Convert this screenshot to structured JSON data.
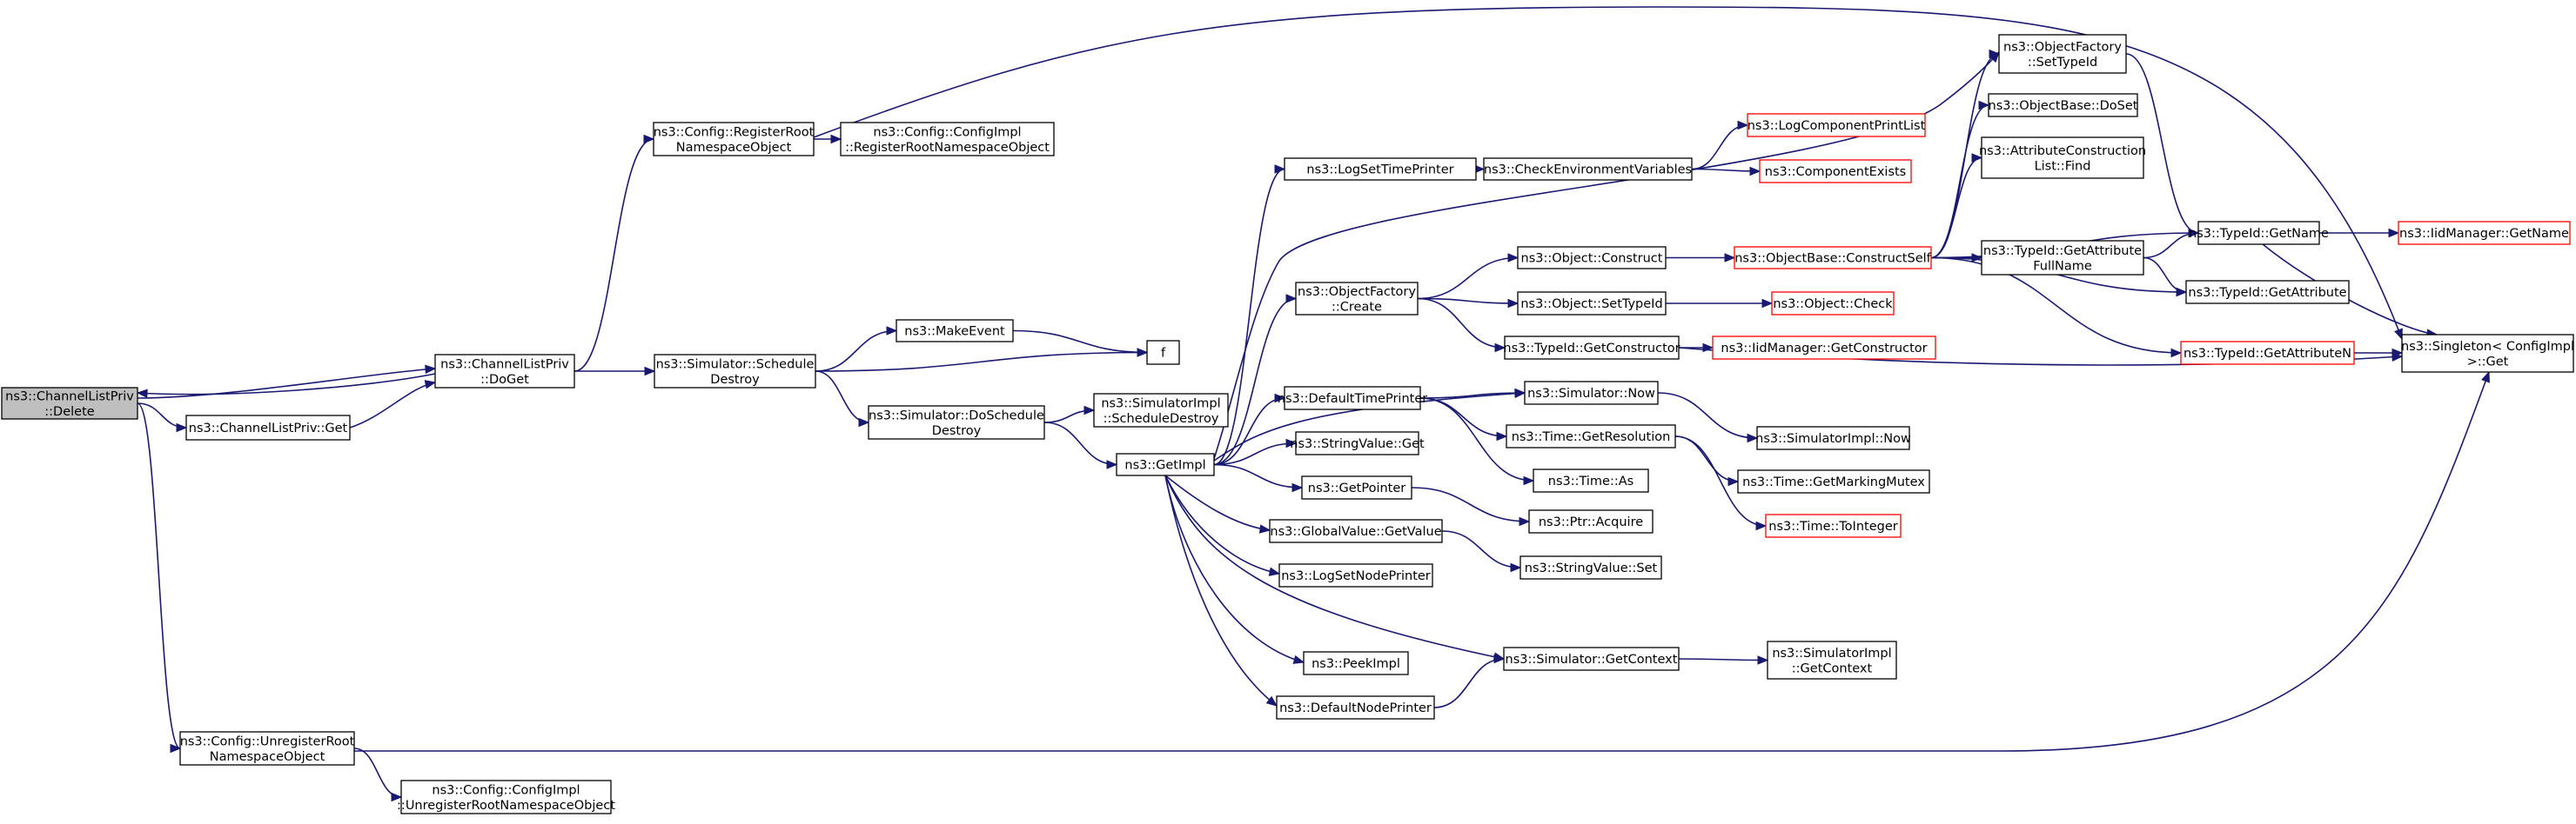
{
  "nodes": [
    {
      "id": "delete",
      "lines": [
        "ns3::ChannelListPriv",
        "::Delete"
      ],
      "style": "root"
    },
    {
      "id": "doget",
      "lines": [
        "ns3::ChannelListPriv",
        "::DoGet"
      ]
    },
    {
      "id": "clpget",
      "lines": [
        "ns3::ChannelListPriv::Get"
      ]
    },
    {
      "id": "unreg",
      "lines": [
        "ns3::Config::UnregisterRoot",
        "NamespaceObject"
      ]
    },
    {
      "id": "unregimpl",
      "lines": [
        "ns3::Config::ConfigImpl",
        "::UnregisterRootNamespaceObject"
      ]
    },
    {
      "id": "reg",
      "lines": [
        "ns3::Config::RegisterRoot",
        "NamespaceObject"
      ]
    },
    {
      "id": "regimpl",
      "lines": [
        "ns3::Config::ConfigImpl",
        "::RegisterRootNamespaceObject"
      ]
    },
    {
      "id": "schedd",
      "lines": [
        "ns3::Simulator::Schedule",
        "Destroy"
      ]
    },
    {
      "id": "makeevent",
      "lines": [
        "ns3::MakeEvent"
      ]
    },
    {
      "id": "f",
      "lines": [
        "f"
      ]
    },
    {
      "id": "doschedd",
      "lines": [
        "ns3::Simulator::DoSchedule",
        "Destroy"
      ]
    },
    {
      "id": "simimplsd",
      "lines": [
        "ns3::SimulatorImpl",
        "::ScheduleDestroy"
      ]
    },
    {
      "id": "getimpl",
      "lines": [
        "ns3::GetImpl"
      ]
    },
    {
      "id": "logsettp",
      "lines": [
        "ns3::LogSetTimePrinter"
      ]
    },
    {
      "id": "checkenv",
      "lines": [
        "ns3::CheckEnvironmentVariables"
      ]
    },
    {
      "id": "logcpl",
      "lines": [
        "ns3::LogComponentPrintList"
      ],
      "style": "red"
    },
    {
      "id": "compexists",
      "lines": [
        "ns3::ComponentExists"
      ],
      "style": "red"
    },
    {
      "id": "objfcreate",
      "lines": [
        "ns3::ObjectFactory",
        "::Create"
      ]
    },
    {
      "id": "objconstruct",
      "lines": [
        "ns3::Object::Construct"
      ]
    },
    {
      "id": "objsettid",
      "lines": [
        "ns3::Object::SetTypeId"
      ]
    },
    {
      "id": "tidgetctor",
      "lines": [
        "ns3::TypeId::GetConstructor"
      ]
    },
    {
      "id": "objbasecs",
      "lines": [
        "ns3::ObjectBase::ConstructSelf"
      ],
      "style": "red"
    },
    {
      "id": "objcheck",
      "lines": [
        "ns3::Object::Check"
      ],
      "style": "red"
    },
    {
      "id": "iidgetctor",
      "lines": [
        "ns3::IidManager::GetConstructor"
      ],
      "style": "red"
    },
    {
      "id": "objfsettid",
      "lines": [
        "ns3::ObjectFactory",
        "::SetTypeId"
      ]
    },
    {
      "id": "objbasedoset",
      "lines": [
        "ns3::ObjectBase::DoSet"
      ]
    },
    {
      "id": "attrclfind",
      "lines": [
        "ns3::AttributeConstruction",
        "List::Find"
      ]
    },
    {
      "id": "tidgafn",
      "lines": [
        "ns3::TypeId::GetAttribute",
        "FullName"
      ]
    },
    {
      "id": "tidgetname",
      "lines": [
        "ns3::TypeId::GetName"
      ]
    },
    {
      "id": "tidgetattr",
      "lines": [
        "ns3::TypeId::GetAttribute"
      ]
    },
    {
      "id": "tidgetattrn",
      "lines": [
        "ns3::TypeId::GetAttributeN"
      ],
      "style": "red"
    },
    {
      "id": "iidgetname",
      "lines": [
        "ns3::IidManager::GetName"
      ],
      "style": "red"
    },
    {
      "id": "singleton",
      "lines": [
        "ns3::Singleton< ConfigImpl",
        ">::Get"
      ]
    },
    {
      "id": "deftp",
      "lines": [
        "ns3::DefaultTimePrinter"
      ]
    },
    {
      "id": "simnow",
      "lines": [
        "ns3::Simulator::Now"
      ]
    },
    {
      "id": "simimplnow",
      "lines": [
        "ns3::SimulatorImpl::Now"
      ]
    },
    {
      "id": "timegetres",
      "lines": [
        "ns3::Time::GetResolution"
      ]
    },
    {
      "id": "timeas",
      "lines": [
        "ns3::Time::As"
      ]
    },
    {
      "id": "timegmm",
      "lines": [
        "ns3::Time::GetMarkingMutex"
      ]
    },
    {
      "id": "timetoint",
      "lines": [
        "ns3::Time::ToInteger"
      ],
      "style": "red"
    },
    {
      "id": "strvalget",
      "lines": [
        "ns3::StringValue::Get"
      ]
    },
    {
      "id": "getptr",
      "lines": [
        "ns3::GetPointer"
      ]
    },
    {
      "id": "ptracq",
      "lines": [
        "ns3::Ptr::Acquire"
      ]
    },
    {
      "id": "gvgetval",
      "lines": [
        "ns3::GlobalValue::GetValue"
      ]
    },
    {
      "id": "strvalset",
      "lines": [
        "ns3::StringValue::Set"
      ]
    },
    {
      "id": "logsetnp",
      "lines": [
        "ns3::LogSetNodePrinter"
      ]
    },
    {
      "id": "peekimpl",
      "lines": [
        "ns3::PeekImpl"
      ]
    },
    {
      "id": "simgetctx",
      "lines": [
        "ns3::Simulator::GetContext"
      ]
    },
    {
      "id": "simimplgetctx",
      "lines": [
        "ns3::SimulatorImpl",
        "::GetContext"
      ]
    },
    {
      "id": "defnp",
      "lines": [
        "ns3::DefaultNodePrinter"
      ]
    }
  ],
  "edges": [
    [
      "delete",
      "doget"
    ],
    [
      "delete",
      "clpget"
    ],
    [
      "delete",
      "unreg"
    ],
    [
      "doget",
      "delete"
    ],
    [
      "clpget",
      "doget"
    ],
    [
      "doget",
      "reg"
    ],
    [
      "doget",
      "schedd"
    ],
    [
      "reg",
      "regimpl"
    ],
    [
      "reg",
      "singleton"
    ],
    [
      "unreg",
      "unregimpl"
    ],
    [
      "unreg",
      "singleton"
    ],
    [
      "schedd",
      "makeevent"
    ],
    [
      "schedd",
      "f"
    ],
    [
      "schedd",
      "doschedd"
    ],
    [
      "makeevent",
      "f"
    ],
    [
      "doschedd",
      "simimplsd"
    ],
    [
      "doschedd",
      "getimpl"
    ],
    [
      "getimpl",
      "logsettp"
    ],
    [
      "getimpl",
      "objfsettid"
    ],
    [
      "getimpl",
      "objfcreate"
    ],
    [
      "getimpl",
      "deftp"
    ],
    [
      "getimpl",
      "strvalget"
    ],
    [
      "getimpl",
      "getptr"
    ],
    [
      "getimpl",
      "gvgetval"
    ],
    [
      "getimpl",
      "logsetnp"
    ],
    [
      "getimpl",
      "peekimpl"
    ],
    [
      "getimpl",
      "defnp"
    ],
    [
      "getimpl",
      "simgetctx"
    ],
    [
      "getimpl",
      "simnow"
    ],
    [
      "logsettp",
      "checkenv"
    ],
    [
      "checkenv",
      "logcpl"
    ],
    [
      "checkenv",
      "compexists"
    ],
    [
      "objfcreate",
      "objconstruct"
    ],
    [
      "objfcreate",
      "objsettid"
    ],
    [
      "objfcreate",
      "tidgetctor"
    ],
    [
      "objconstruct",
      "objbasecs"
    ],
    [
      "objsettid",
      "objcheck"
    ],
    [
      "tidgetctor",
      "iidgetctor"
    ],
    [
      "tidgetctor",
      "singleton"
    ],
    [
      "objbasecs",
      "objfsettid"
    ],
    [
      "objbasecs",
      "objbasedoset"
    ],
    [
      "objbasecs",
      "attrclfind"
    ],
    [
      "objbasecs",
      "tidgafn"
    ],
    [
      "objbasecs",
      "tidgetname"
    ],
    [
      "objbasecs",
      "tidgetattr"
    ],
    [
      "objbasecs",
      "tidgetattrn"
    ],
    [
      "objfsettid",
      "tidgetname"
    ],
    [
      "tidgafn",
      "tidgetname"
    ],
    [
      "tidgafn",
      "tidgetattr"
    ],
    [
      "tidgetname",
      "iidgetname"
    ],
    [
      "tidgetname",
      "singleton"
    ],
    [
      "tidgetattrn",
      "singleton"
    ],
    [
      "deftp",
      "simnow"
    ],
    [
      "deftp",
      "timegetres"
    ],
    [
      "deftp",
      "timeas"
    ],
    [
      "simnow",
      "simimplnow"
    ],
    [
      "timegetres",
      "timegmm"
    ],
    [
      "timegetres",
      "timetoint"
    ],
    [
      "getptr",
      "ptracq"
    ],
    [
      "gvgetval",
      "strvalset"
    ],
    [
      "simgetctx",
      "simimplgetctx"
    ],
    [
      "defnp",
      "simgetctx"
    ]
  ]
}
